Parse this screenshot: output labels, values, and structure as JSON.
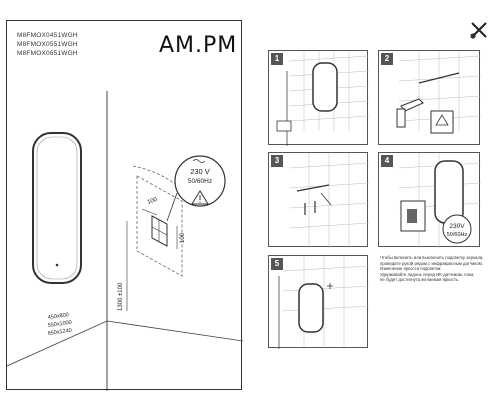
{
  "models": [
    "M8FMOX0451WGH",
    "M8FMOX0551WGH",
    "M8FMOX0651WGH"
  ],
  "brand": "AM.PM",
  "power_callout": {
    "voltage": "230 V",
    "frequency": "50/60Hz"
  },
  "dimensions": {
    "sizes": [
      "450x800",
      "550x1000",
      "650x1240"
    ],
    "height_label": "1300 ±100",
    "box_width": "100",
    "box_height": "100"
  },
  "steps": [
    {
      "number": "1"
    },
    {
      "number": "2"
    },
    {
      "number": "3"
    },
    {
      "number": "4",
      "voltage": "230V",
      "frequency": "50/60Hz"
    },
    {
      "number": "5"
    }
  ],
  "note_lines": [
    "Чтобы включить или выключить подсветку зеркала,",
    "проведите рукой рядом с инфракрасным датчиком.",
    "Изменение яркости подсветки:",
    "Удерживайте ладонь перед ИК-датчиком, пока",
    "не будет достигнута желаемая яркость."
  ]
}
